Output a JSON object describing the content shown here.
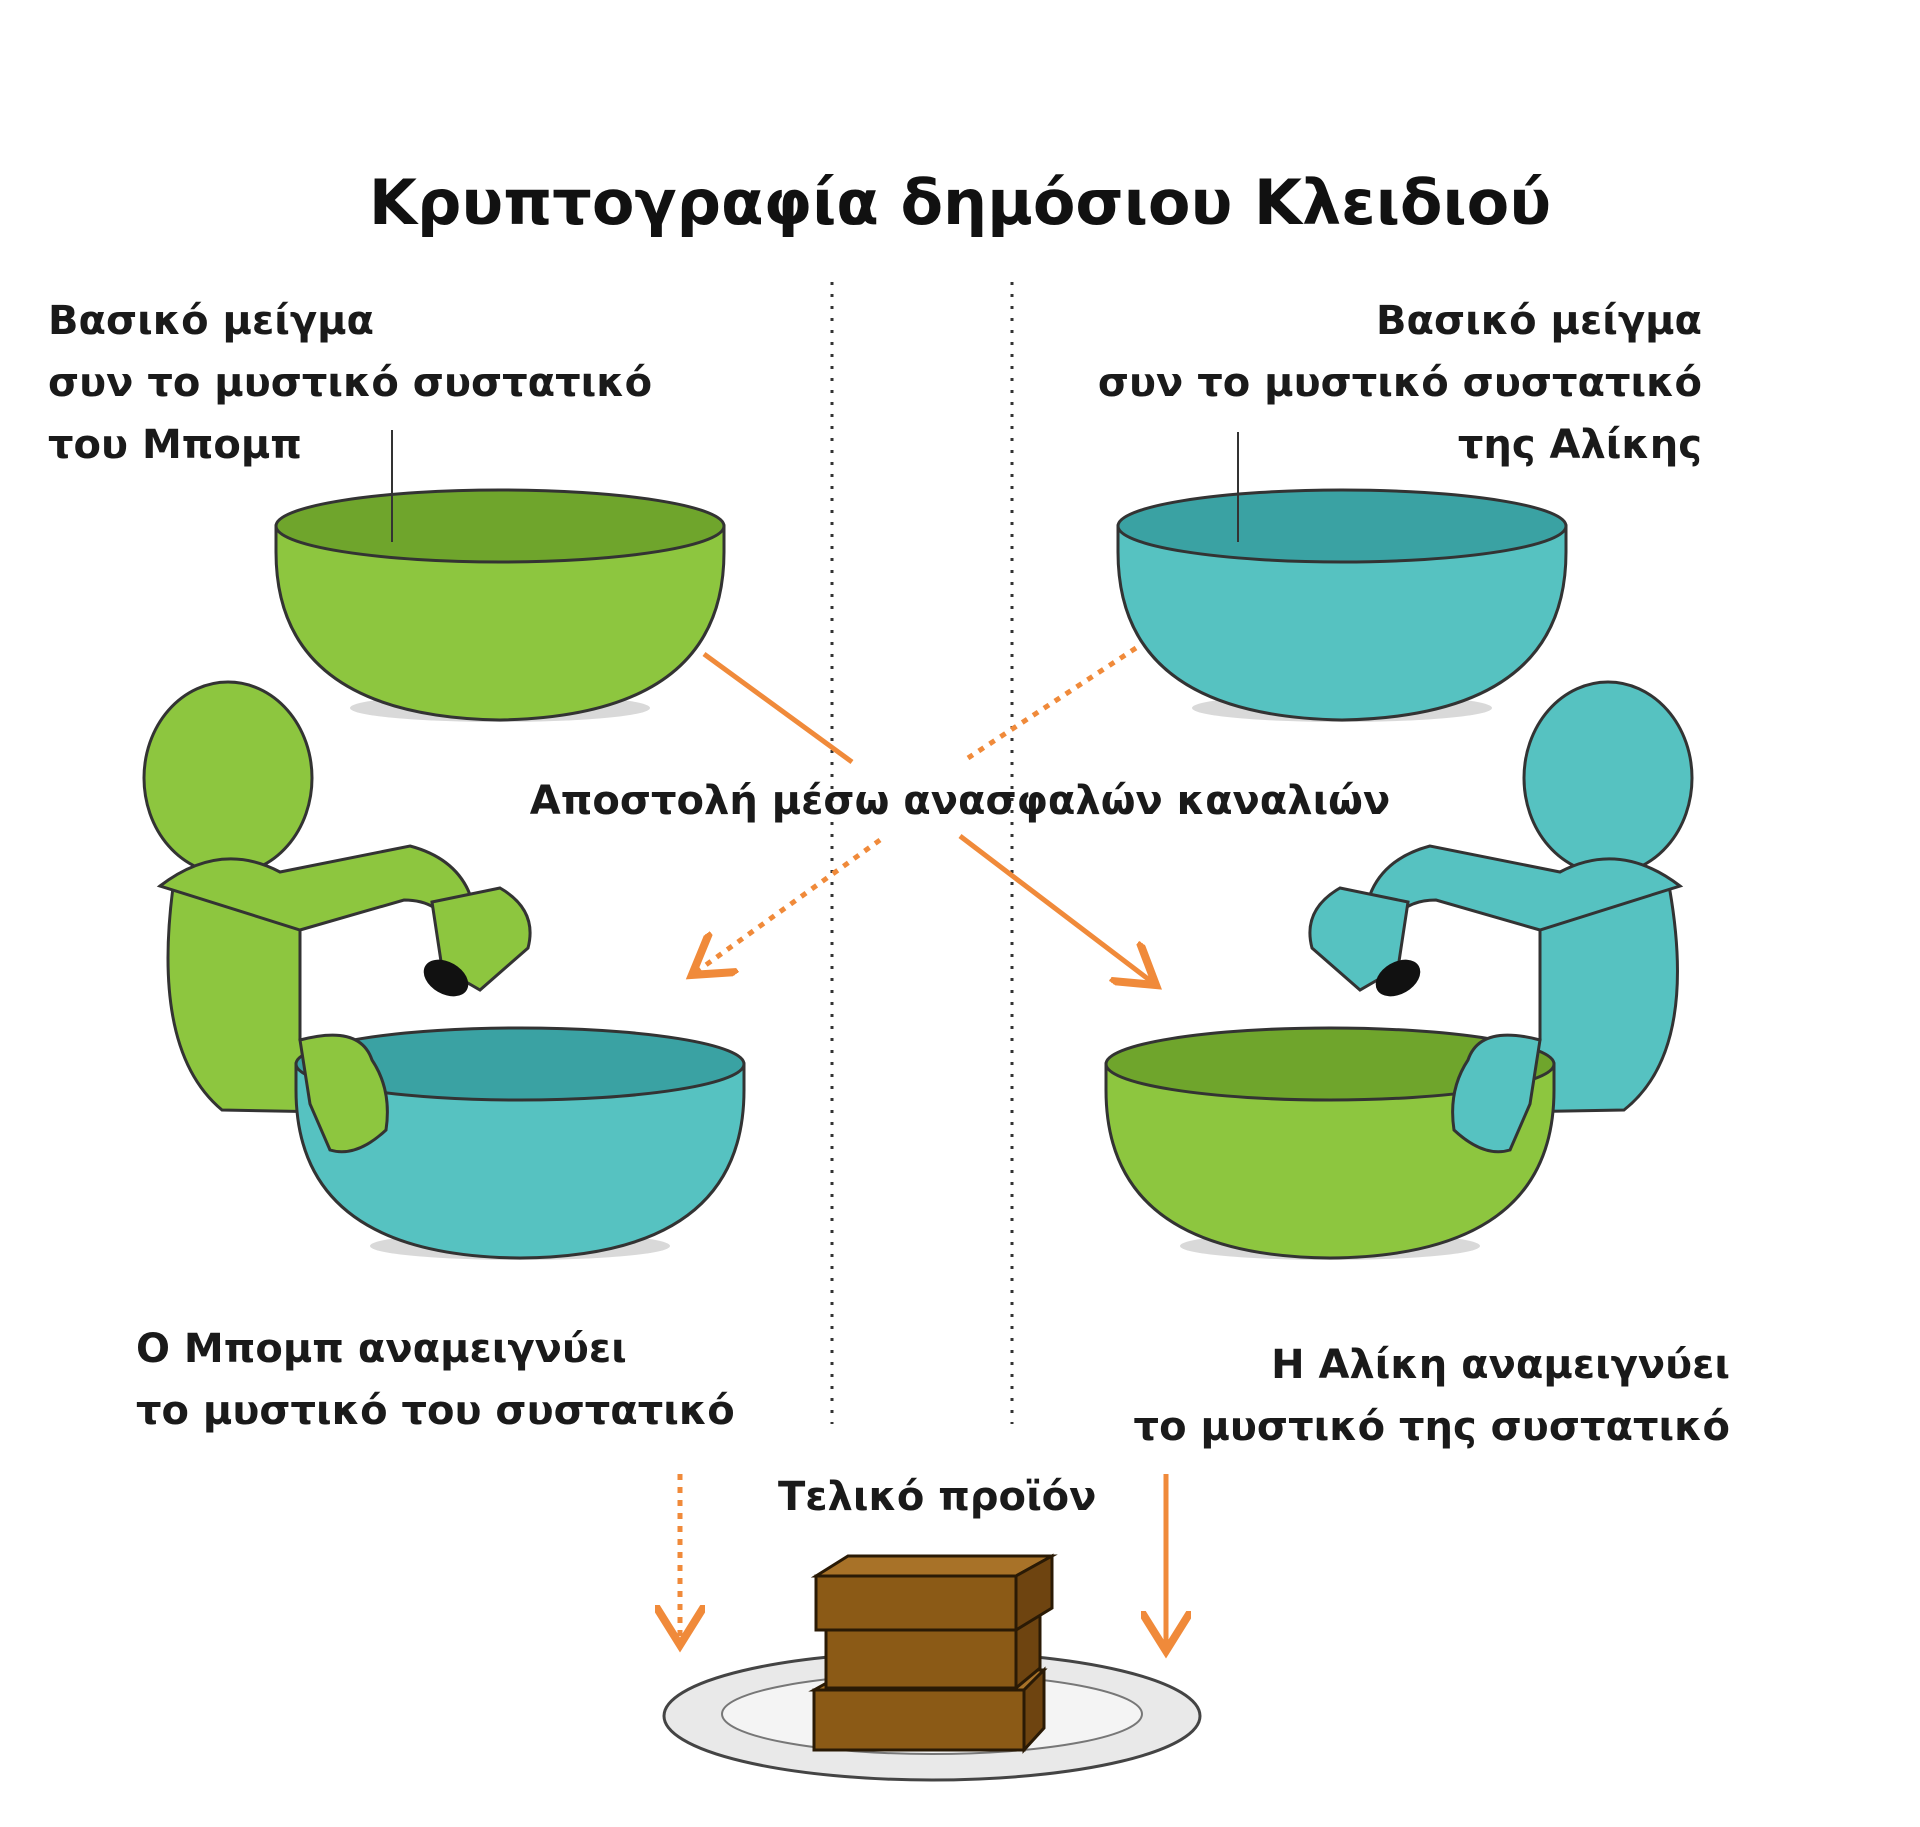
{
  "title": "Κρυπτογραφία δημόσιου Κλειδιού",
  "left_top_label": [
    "Βασικό μείγμα",
    "συν το μυστικό συστατικό",
    "του Μπομπ"
  ],
  "right_top_label": [
    "Βασικό μείγμα",
    "συν το μυστικό συστατικό",
    "της Αλίκης"
  ],
  "channel_label": "Αποστολή μέσω ανασφαλών καναλιών",
  "left_mix_label": [
    "Ο Μπομπ αναμειγνύει",
    "το μυστικό του συστατικό"
  ],
  "right_mix_label": [
    "Η Αλίκη αναμειγνύει",
    "το μυστικό της συστατικό"
  ],
  "final_label": "Τελικό προϊόν",
  "colors": {
    "green": "#8dc63f",
    "green_dark": "#6fa52c",
    "teal": "#56c2c1",
    "teal_dark": "#3aa2a3",
    "arrow": "#f08a3a",
    "brownie": "#8b5a16",
    "plate": "#e9e9e9"
  }
}
